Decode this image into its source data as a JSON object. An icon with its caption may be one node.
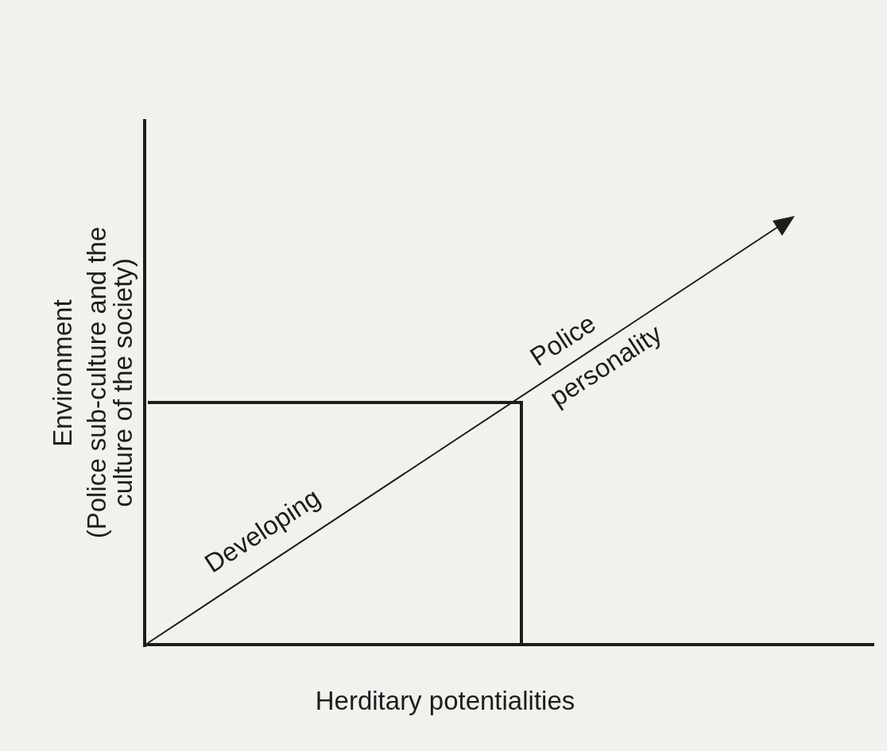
{
  "diagram": {
    "labels": [
      "Environment",
      "(Police sub-culture and the culture of the society)",
      "Police",
      "personality",
      "Developing",
      "Herditary potentialities"
    ]
  }
}
